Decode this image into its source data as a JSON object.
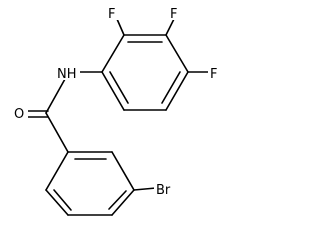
{
  "molecule": {
    "atoms": {
      "F_top_left": "F",
      "F_top_right": "F",
      "F_right": "F",
      "NH": "NH",
      "O": "O",
      "Br": "Br"
    }
  }
}
